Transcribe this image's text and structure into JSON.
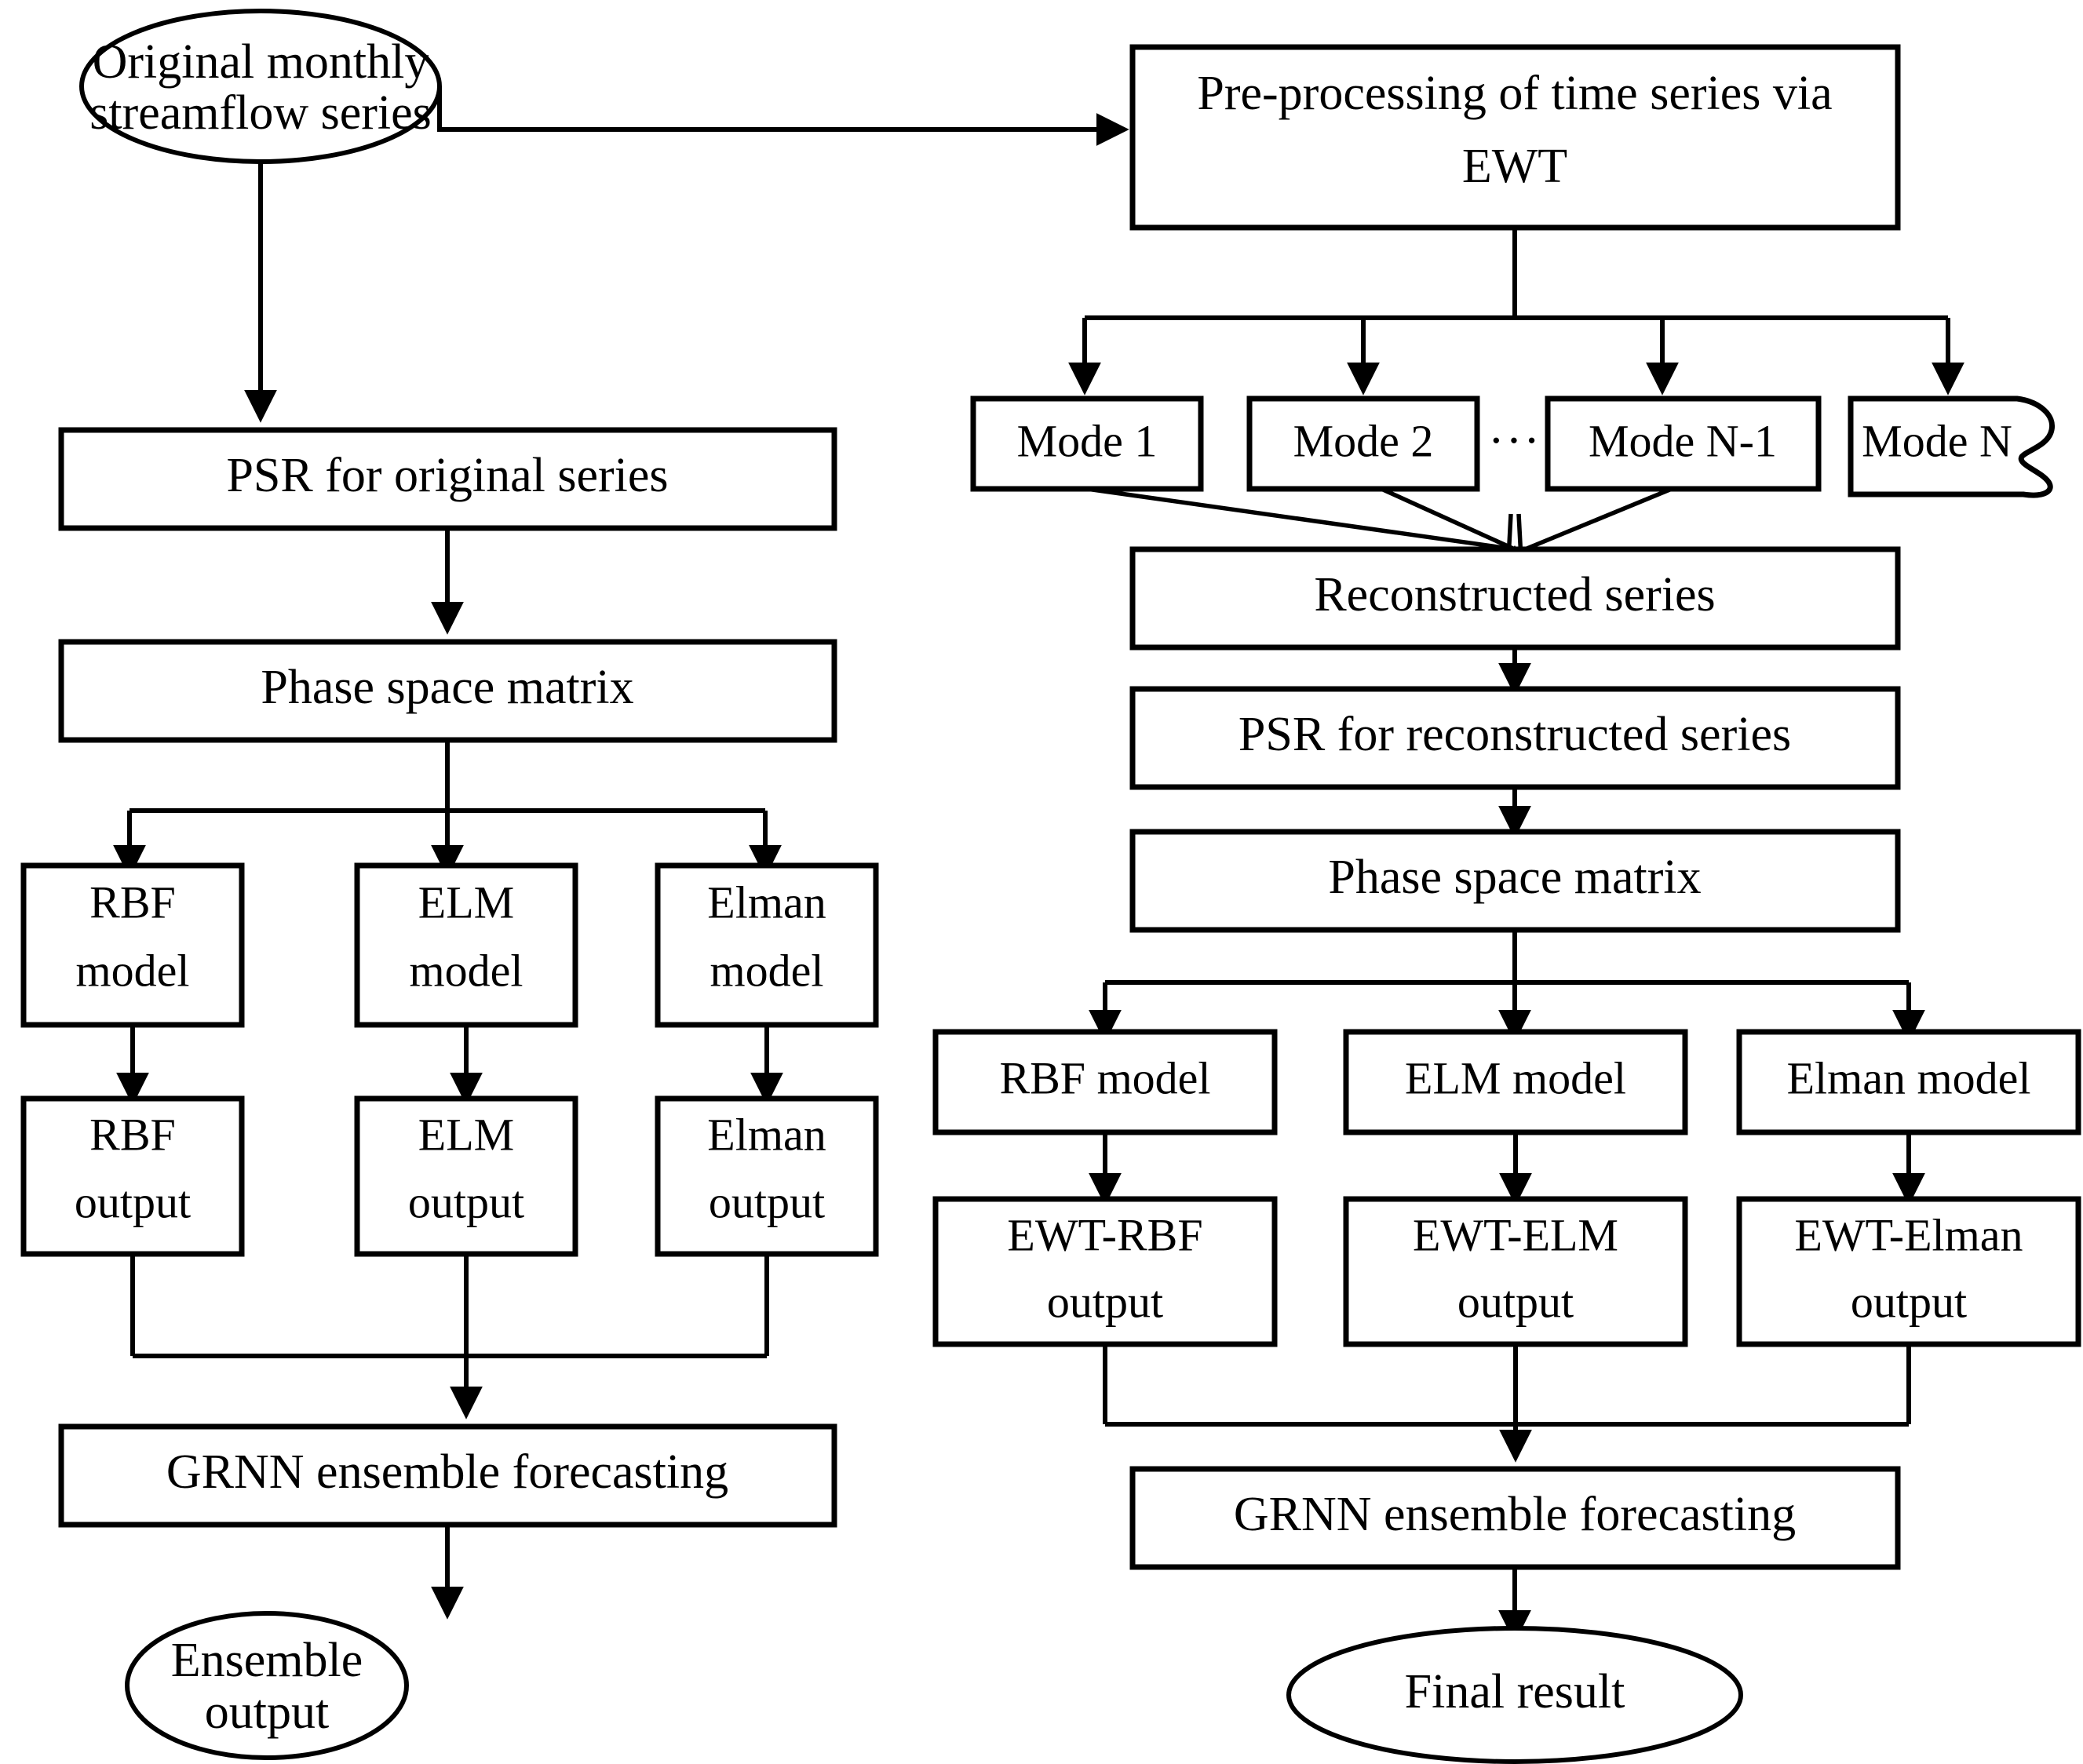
{
  "diagram": {
    "title": "EWT-based ensemble streamflow forecasting flowchart",
    "colors": {
      "stroke": "#000000",
      "fill": "#ffffff",
      "text": "#000000"
    },
    "left_branch": {
      "start": "Original monthly\nstreamflow series",
      "start_line1": "Original monthly",
      "start_line2": "streamflow series",
      "psr": "PSR for original series",
      "phase_space": "Phase space matrix",
      "models": [
        {
          "model_line1": "RBF",
          "model_line2": "model",
          "output_line1": "RBF",
          "output_line2": "output"
        },
        {
          "model_line1": "ELM",
          "model_line2": "model",
          "output_line1": "ELM",
          "output_line2": "output"
        },
        {
          "model_line1": "Elman",
          "model_line2": "model",
          "output_line1": "Elman",
          "output_line2": "output"
        }
      ],
      "ensemble": "GRNN ensemble forecasting",
      "end_line1": "Ensemble",
      "end_line2": "output"
    },
    "right_branch": {
      "preprocessing_line1": "Pre-processing of time series via",
      "preprocessing_line2": "EWT",
      "modes": [
        {
          "label": "Mode 1"
        },
        {
          "label": "Mode 2"
        },
        {
          "label": "Mode N-1"
        },
        {
          "label": "Mode N"
        }
      ],
      "modes_ellipsis": "···",
      "reconstructed": "Reconstructed series",
      "psr": "PSR for reconstructed series",
      "phase_space": "Phase space matrix",
      "models": [
        {
          "model": "RBF model",
          "output_line1": "EWT-RBF",
          "output_line2": "output"
        },
        {
          "model": "ELM model",
          "output_line1": "EWT-ELM",
          "output_line2": "output"
        },
        {
          "model": "Elman model",
          "output_line1": "EWT-Elman",
          "output_line2": "output"
        }
      ],
      "ensemble": "GRNN ensemble forecasting",
      "end": "Final result"
    }
  }
}
